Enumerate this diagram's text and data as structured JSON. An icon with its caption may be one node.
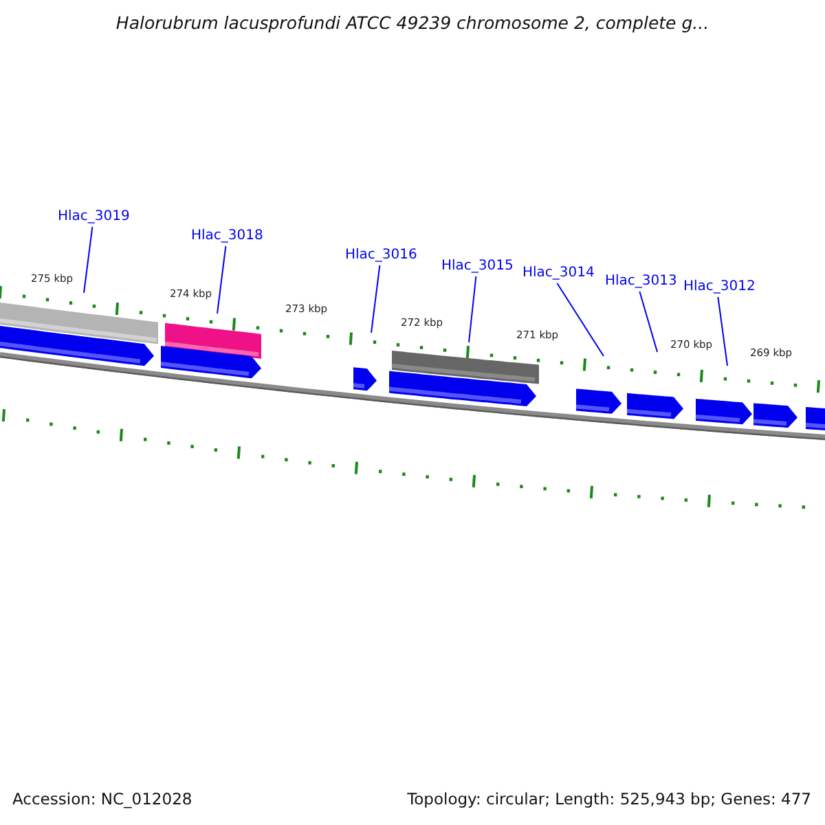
{
  "diagram": {
    "title": "Halorubrum lacusprofundi ATCC 49239 chromosome 2, complete g...",
    "nodes": [
      {
        "text": [
          "Hlac_3019"
        ]
      },
      {
        "text": [
          "Hlac_3018"
        ]
      },
      {
        "text": [
          "Hlac_3016"
        ]
      },
      {
        "text": [
          "Hlac_3015"
        ]
      },
      {
        "text": [
          "Hlac_3014"
        ]
      },
      {
        "text": [
          "Hlac_3013"
        ]
      },
      {
        "text": [
          "Hlac_3012"
        ]
      }
    ],
    "edges": [
      {
        "from": 0,
        "to": null,
        "arrow": "none"
      },
      {
        "from": 1,
        "to": null,
        "arrow": "none"
      },
      {
        "from": 2,
        "to": null,
        "arrow": "none"
      },
      {
        "from": 3,
        "to": null,
        "arrow": "none"
      },
      {
        "from": 4,
        "to": null,
        "arrow": "none"
      },
      {
        "from": 5,
        "to": null,
        "arrow": "none"
      },
      {
        "from": 6,
        "to": null,
        "arrow": "none"
      }
    ],
    "labels": [
      "275 kbp",
      "274 kbp",
      "273 kbp",
      "272 kbp",
      "271 kbp",
      "270 kbp",
      "269 kbp",
      "Accession: NC_012028",
      "Topology: circular; Length: 525,943 bp; Genes: 477"
    ]
  }
}
